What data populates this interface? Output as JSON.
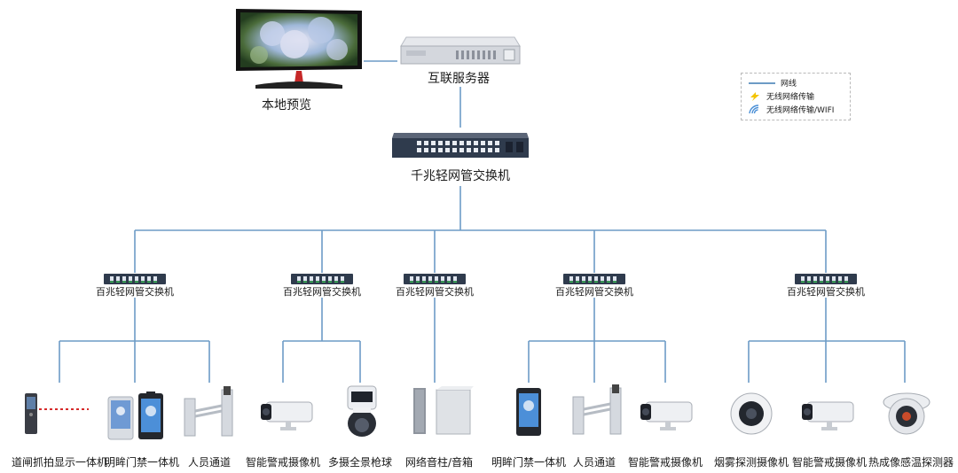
{
  "legend": {
    "wired": "网线",
    "wireless": "无线网络传输",
    "wifi": "无线网络传输/WIFI"
  },
  "top": {
    "monitor_label": "本地预览",
    "server_label": "互联服务器",
    "core_switch_label": "千兆轻网管交换机"
  },
  "switches": [
    {
      "label": "百兆轻网管交换机"
    },
    {
      "label": "百兆轻网管交换机"
    },
    {
      "label": "百兆轻网管交换机"
    },
    {
      "label": "百兆轻网管交换机"
    },
    {
      "label": "百兆轻网管交换机"
    }
  ],
  "devices": [
    {
      "label": "道闸抓拍显示一体机",
      "icon": "gate-terminal-icon"
    },
    {
      "label": "明眸门禁一体机",
      "icon": "face-access-terminal-icon"
    },
    {
      "label": "人员通道",
      "icon": "turnstile-icon"
    },
    {
      "label": "智能警戒摄像机",
      "icon": "bullet-camera-icon"
    },
    {
      "label": "多摄全景枪球",
      "icon": "panoramic-camera-icon"
    },
    {
      "label": "网络音柱/音箱",
      "icon": "speaker-column-icon"
    },
    {
      "label": "明眸门禁一体机",
      "icon": "face-access-terminal-icon"
    },
    {
      "label": "人员通道",
      "icon": "turnstile-icon"
    },
    {
      "label": "智能警戒摄像机",
      "icon": "bullet-camera-icon"
    },
    {
      "label": "烟雾探测摄像机",
      "icon": "smoke-camera-icon"
    },
    {
      "label": "智能警戒摄像机",
      "icon": "bullet-camera-icon"
    },
    {
      "label": "热成像感温探测器",
      "icon": "thermal-turret-icon"
    }
  ],
  "colors": {
    "wire": "#6d9bc6",
    "switch_body": "#2f3b4d",
    "port_green": "#3fbf5a",
    "laser": "#d62b2b"
  }
}
